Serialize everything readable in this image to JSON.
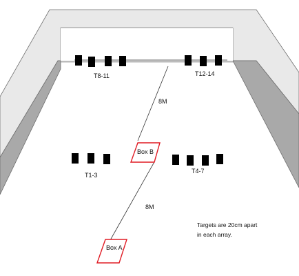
{
  "colors": {
    "wall_top": "#e9e9e9",
    "wall_side": "#a9a9a9",
    "wall_edge": "#6e6e6e",
    "target": "#000000",
    "box_outline": "#e01b24",
    "line": "#333333"
  },
  "arrays": [
    {
      "label": "T8-11",
      "count": 4
    },
    {
      "label": "T12-14",
      "count": 3
    },
    {
      "label": "T1-3",
      "count": 3
    },
    {
      "label": "T4-7",
      "count": 4
    }
  ],
  "boxes": [
    {
      "label": "Box B"
    },
    {
      "label": "Box A"
    }
  ],
  "distances": [
    {
      "label": "8M"
    },
    {
      "label": "8M"
    }
  ],
  "note": {
    "line1": "Targets are 20cm apart",
    "line2": "in each array."
  }
}
